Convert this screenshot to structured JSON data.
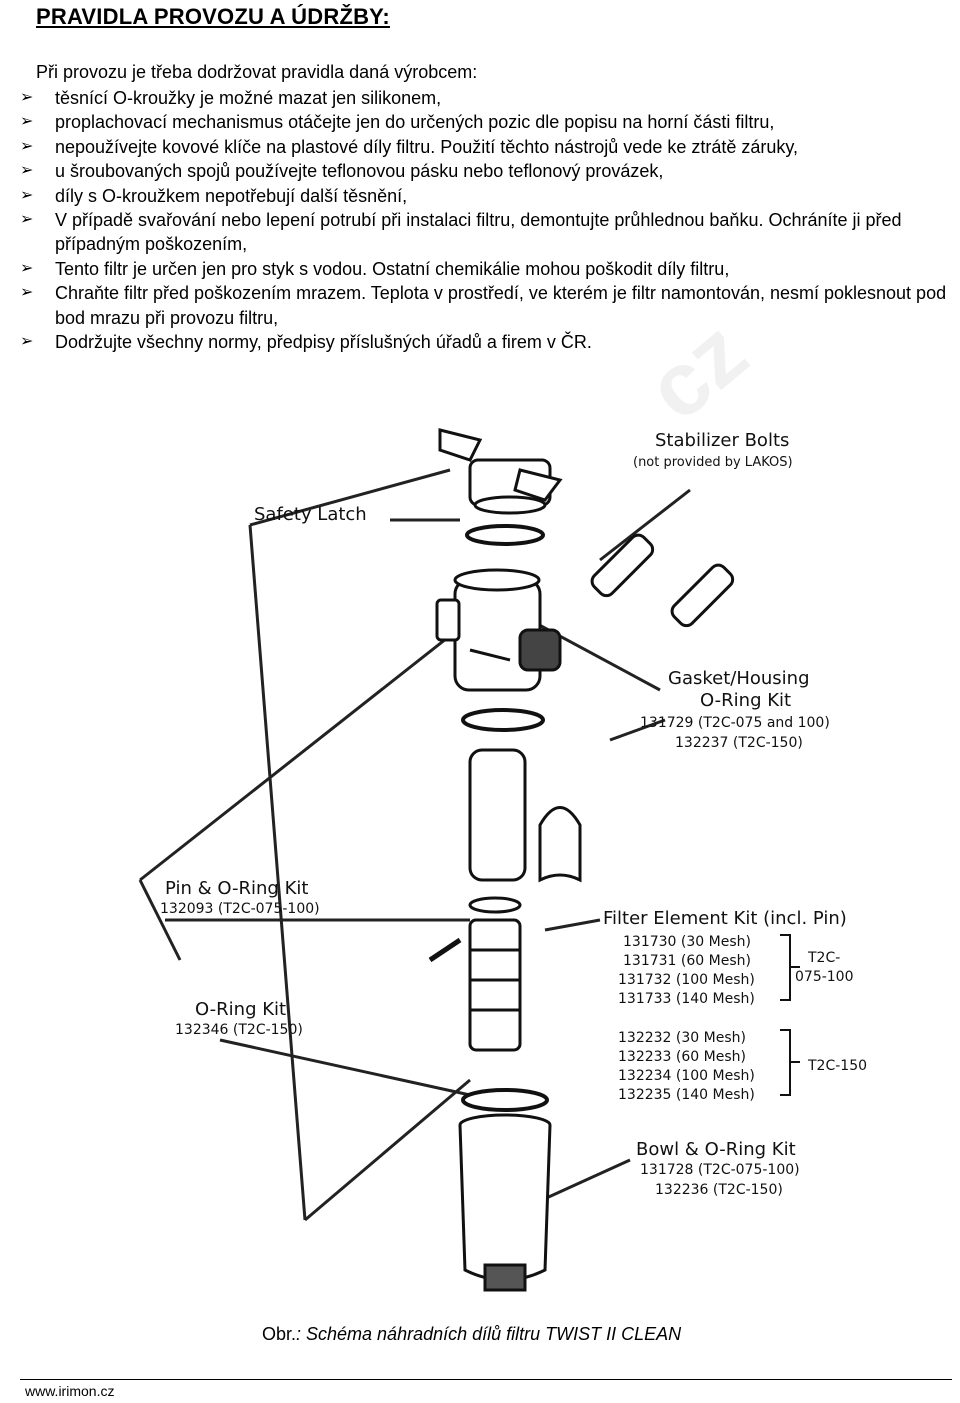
{
  "heading": "PRAVIDLA PROVOZU A ÚDRŽBY:",
  "intro": "Při provozu je třeba dodržovat pravidla daná výrobcem:",
  "rules": [
    "těsnící O-kroužky je možné mazat jen silikonem,",
    "proplachovací mechanismus otáčejte jen do určených pozic dle popisu na horní části filtru,",
    "nepoužívejte kovové klíče na plastové díly filtru. Použití těchto nástrojů vede ke ztrátě záruky,",
    "u šroubovaných spojů používejte teflonovou pásku nebo teflonový provázek,",
    "díly s O-kroužkem nepotřebují další těsnění,",
    "V případě svařování nebo lepení potrubí při instalaci filtru, demontujte průhlednou baňku. Ochráníte ji před případným poškozením,",
    "Tento filtr je určen jen pro styk s vodou. Ostatní chemikálie mohou poškodit díly filtru,",
    "Chraňte filtr před poškozením mrazem. Teplota v prostředí, ve kterém je filtr namontován, nesmí poklesnout pod bod mrazu při provozu filtru,",
    "Dodržujte všechny normy, předpisy příslušných úřadů a firem v ČR."
  ],
  "watermark": "cz",
  "diagram": {
    "stabilizer_title": "Stabilizer Bolts",
    "stabilizer_note": "(not provided by LAKOS)",
    "safety_latch": "Safety Latch",
    "gasket_title1": "Gasket/Housing",
    "gasket_title2": "O-Ring Kit",
    "gasket_code1": "131729 (T2C-075 and 100)",
    "gasket_code2": "132237 (T2C-150)",
    "pin_title": "Pin & O-Ring Kit",
    "pin_code": "132093 (T2C-075-100)",
    "oring_title": "O-Ring Kit",
    "oring_code": "132346 (T2C-150)",
    "filter_title": "Filter Element Kit (incl. Pin)",
    "filter_codes_a": [
      "131730 (30 Mesh)",
      "131731 (60 Mesh)",
      "131732 (100 Mesh)",
      "131733 (140 Mesh)"
    ],
    "filter_group_a_1": "T2C-",
    "filter_group_a_2": "075-100",
    "filter_codes_b": [
      "132232 (30 Mesh)",
      "132233 (60 Mesh)",
      "132234 (100 Mesh)",
      "132235 (140 Mesh)"
    ],
    "filter_group_b": "T2C-150",
    "bowl_title": "Bowl & O-Ring Kit",
    "bowl_code1": "131728 (T2C-075-100)",
    "bowl_code2": "132236 (T2C-150)"
  },
  "caption_prefix": "Obr.",
  "caption_text": ": Schéma náhradních dílů filtru TWIST II CLEAN",
  "footer": "www.irimon.cz"
}
